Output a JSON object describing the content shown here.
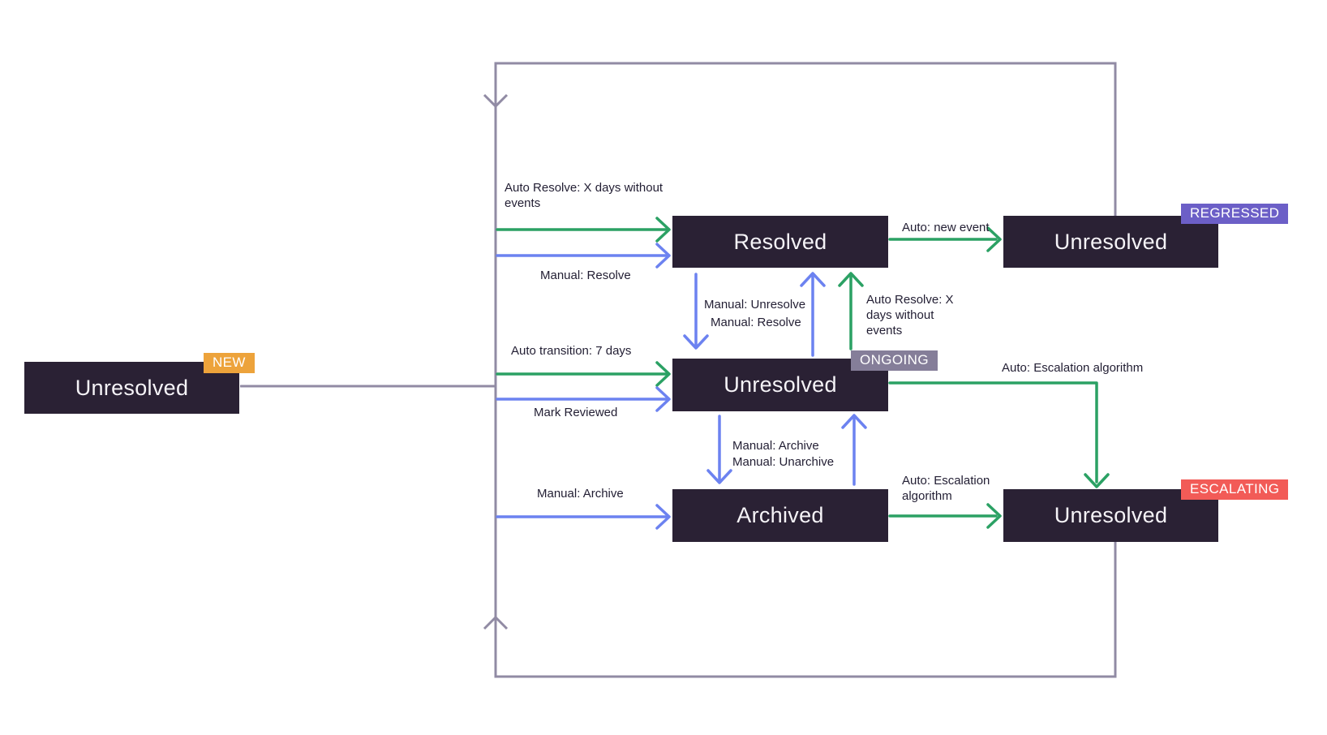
{
  "colors": {
    "box": "#2A2134",
    "green": "#2BA164",
    "blue": "#6C82F0",
    "wire": "#918BA4",
    "badge-new": "#EDA33B",
    "badge-ongoing": "#857E99",
    "badge-regressed": "#6C5FC7",
    "badge-escalating": "#F25B57",
    "label": "#221E33",
    "boxtext": "#F5F3F7"
  },
  "nodes": {
    "new": {
      "label": "Unresolved",
      "badge": "NEW"
    },
    "resolved": {
      "label": "Resolved"
    },
    "ongoing": {
      "label": "Unresolved",
      "badge": "ONGOING"
    },
    "archived": {
      "label": "Archived"
    },
    "regressed": {
      "label": "Unresolved",
      "badge": "REGRESSED"
    },
    "escalating": {
      "label": "Unresolved",
      "badge": "ESCALATING"
    }
  },
  "edge_labels": {
    "auto_resolve_left": "Auto Resolve: X days without events",
    "manual_resolve_left": "Manual: Resolve",
    "auto_transition": "Auto transition: 7 days",
    "mark_reviewed": "Mark Reviewed",
    "manual_archive_left": "Manual: Archive",
    "manual_unresolve": "Manual: Unresolve",
    "manual_resolve_mid": "Manual: Resolve",
    "auto_resolve_right": "Auto Resolve: X days without events",
    "auto_new_event": "Auto: new event",
    "auto_escalation_top": "Auto: Escalation algorithm",
    "manual_archive_mid": "Manual: Archive",
    "manual_unarchive": "Manual: Unarchive",
    "auto_escalation_bottom": "Auto: Escalation algorithm"
  }
}
